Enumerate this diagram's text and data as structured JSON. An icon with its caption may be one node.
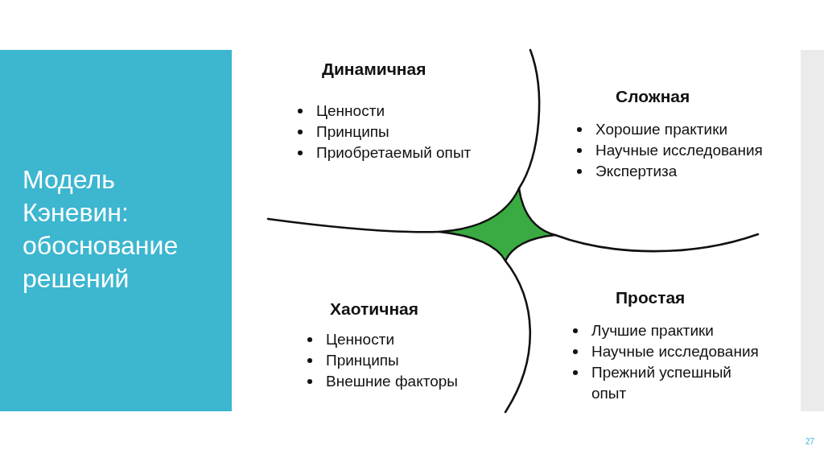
{
  "diagram": {
    "title": "Модель Кэневин: обоснование решений",
    "nodes": [
      {
        "text": [
          "Динамичная",
          "Ценности",
          "Принципы",
          "Приобретаемый опыт"
        ]
      },
      {
        "text": [
          "Сложная",
          "Хорошие практики",
          "Научные исследования",
          "Экспертиза"
        ]
      },
      {
        "text": [],
        "shape": "star"
      },
      {
        "text": [
          "Хаотичная",
          "Ценности",
          "Принципы",
          "Внешние факторы"
        ]
      },
      {
        "text": [
          "Простая",
          "Лучшие практики",
          "Научные исследования",
          "Прежний успешный опыт"
        ]
      }
    ],
    "labels": [
      "27"
    ]
  }
}
